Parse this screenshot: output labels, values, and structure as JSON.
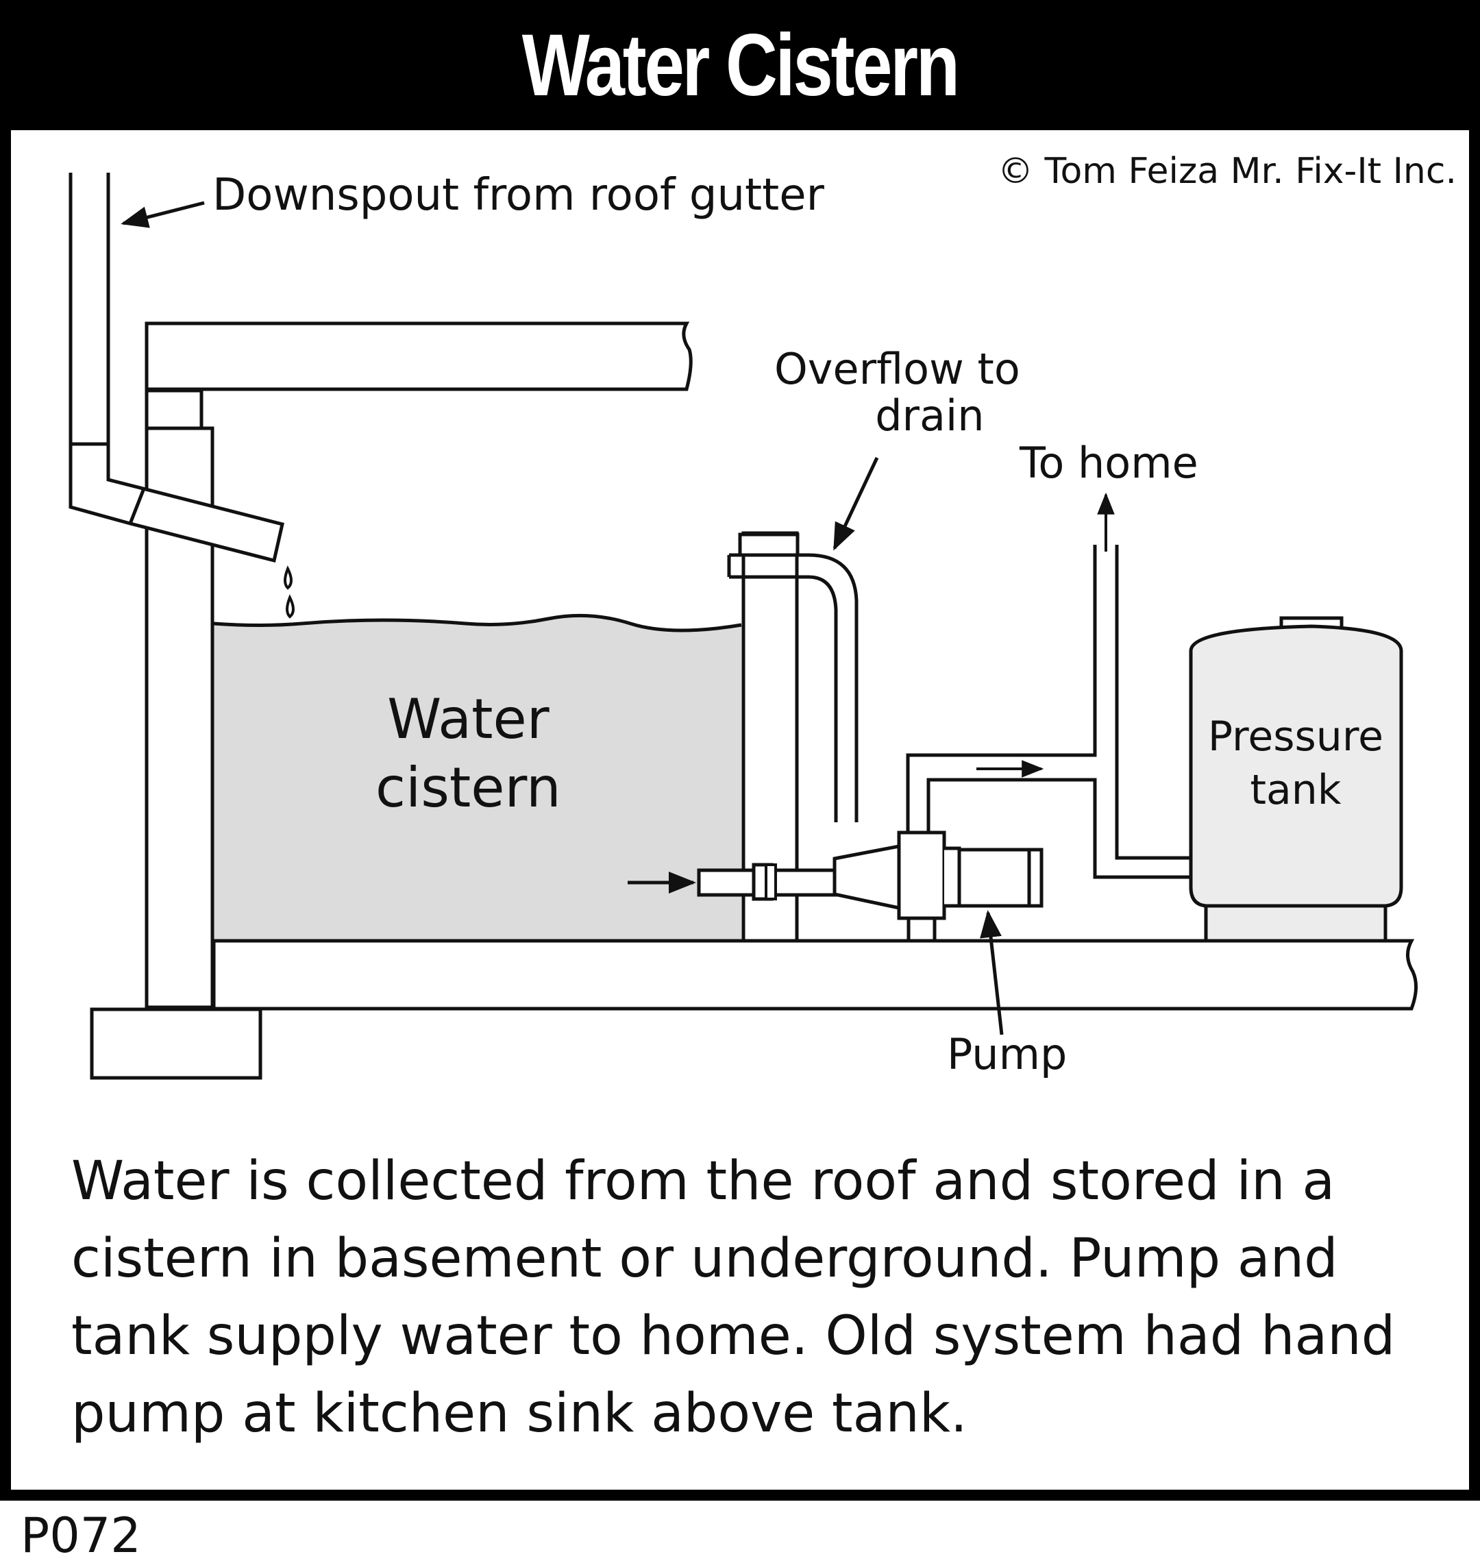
{
  "title": "Water Cistern",
  "copyright": "© Tom Feiza Mr. Fix-It Inc.",
  "labels": {
    "downspout": "Downspout from roof gutter",
    "overflow_line1": "Overflow to",
    "overflow_line2": "drain",
    "to_home": "To home",
    "cistern_line1": "Water",
    "cistern_line2": "cistern",
    "pressure_line1": "Pressure",
    "pressure_line2": "tank",
    "pump": "Pump"
  },
  "caption": "Water is collected from the roof and stored in a cistern in basement or underground.  Pump and tank supply water to home.  Old system had hand pump at kitchen sink above tank.",
  "code": "P072",
  "colors": {
    "water": "#dcdcdd",
    "tank": "#ececec",
    "ink": "#111111"
  }
}
